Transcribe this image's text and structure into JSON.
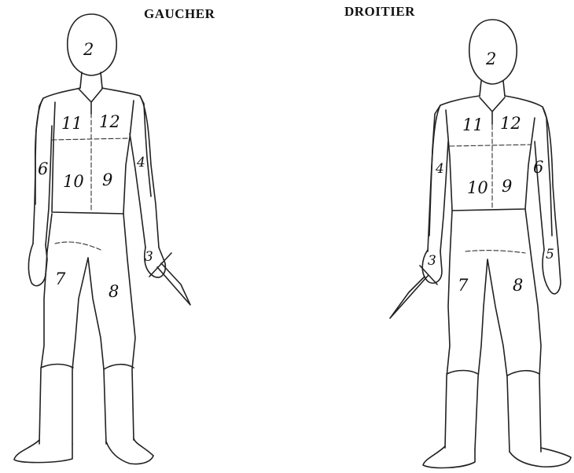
{
  "titles": {
    "left": "GAUCHER",
    "right": "DROITIER"
  },
  "left_figure": {
    "zones": {
      "head": "2",
      "chest_left": "11",
      "chest_right": "12",
      "arm_right": "6",
      "abdomen_left": "10",
      "abdomen_right": "9",
      "arm_left": "4",
      "knife_hand": "3",
      "thigh_left": "7",
      "thigh_right": "8"
    }
  },
  "right_figure": {
    "zones": {
      "head": "2",
      "chest_left": "11",
      "chest_right": "12",
      "arm_left": "4",
      "abdomen_left": "10",
      "abdomen_right": "9",
      "arm_right": "6",
      "knife_hand": "3",
      "free_hand": "5",
      "thigh_left": "7",
      "thigh_right": "8"
    }
  }
}
